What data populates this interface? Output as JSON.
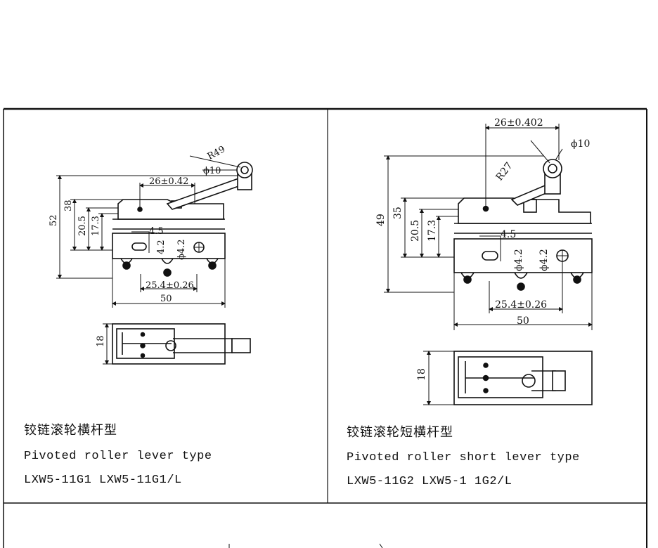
{
  "left": {
    "title_cn": "铰链滚轮横杆型",
    "title_en": "Pivoted roller lever type",
    "model": "LXW5-11G1 LXW5-11G1/L",
    "dims": {
      "radius": "R49",
      "roller_dia": "ϕ10",
      "pitch_top": "26±0.42",
      "height_overall": "52",
      "height_38": "38",
      "height_20_5": "20.5",
      "height_17_3": "17.3",
      "slot_4_5": "4.5",
      "slot_4_2": "4.2",
      "hole_dia": "ϕ4.2",
      "pitch_bottom": "25.4±0.26",
      "width": "50",
      "depth": "18"
    }
  },
  "right": {
    "title_cn": "铰链滚轮短横杆型",
    "title_en": "Pivoted roller short lever type",
    "model": "LXW5-11G2 LXW5-1 1G2/L",
    "dims": {
      "pitch_top": "26±0.402",
      "roller_dia": "ϕ10",
      "radius": "R27",
      "height_overall": "49",
      "height_35": "35",
      "height_20_5": "20.5",
      "height_17_3": "17.3",
      "slot_4_5": "4.5",
      "slot_4_2": "ϕ4.2",
      "hole_dia": "ϕ4.2",
      "pitch_bottom": "25.4±0.26",
      "width": "50",
      "depth": "18"
    }
  }
}
